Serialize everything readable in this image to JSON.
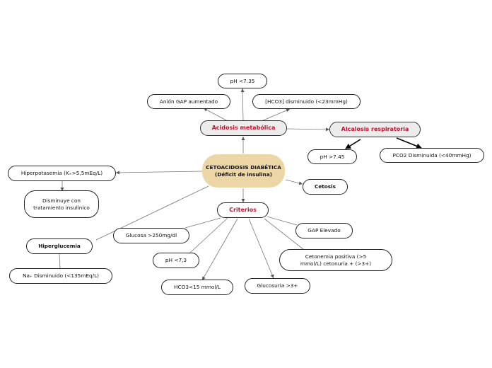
{
  "map": {
    "central": "CETOACIDOSIS DIABÉTICA (Déficit de insulina)",
    "acidosis": "Acidosis metabólica",
    "ph_low": "pH <7.35",
    "anion_gap": "Anión GAP aumentado",
    "hco3_low": "[HCO3] disminuido (<23mmHg)",
    "alcalosis": "Alcalosis respiratoria",
    "ph_high": "pH >7.45",
    "pco2": "PCO2 Disminuida (<40mmHg)",
    "hiperpotasemia": "Hiperpotasemia (K₊>5,5mEq/L)",
    "disminuye": "Disminuye con tratamiento insulínico",
    "cetosis": "Cetosis",
    "criterios": "Criterios",
    "glucosa": "Glucosa >250mg/dl",
    "gap_elevado": "GAP Elevado",
    "ph_73": "pH <7,3",
    "cetonemia": "Cetonemia positiva (>5 mmol/L) cetonuria + (>3+)",
    "hco3_15": "HCO3<15 mmol/L",
    "glucosuria": "Glucosuria >3+",
    "hiperglucemia": "Hiperglucemia",
    "sodio": "Na₊ Disminuido (<135mEq/L)"
  },
  "colors": {
    "central_fill": "#ecd6a6",
    "accent_red": "#c8102e",
    "highlight_fill": "#ececec",
    "line": "#666666"
  }
}
